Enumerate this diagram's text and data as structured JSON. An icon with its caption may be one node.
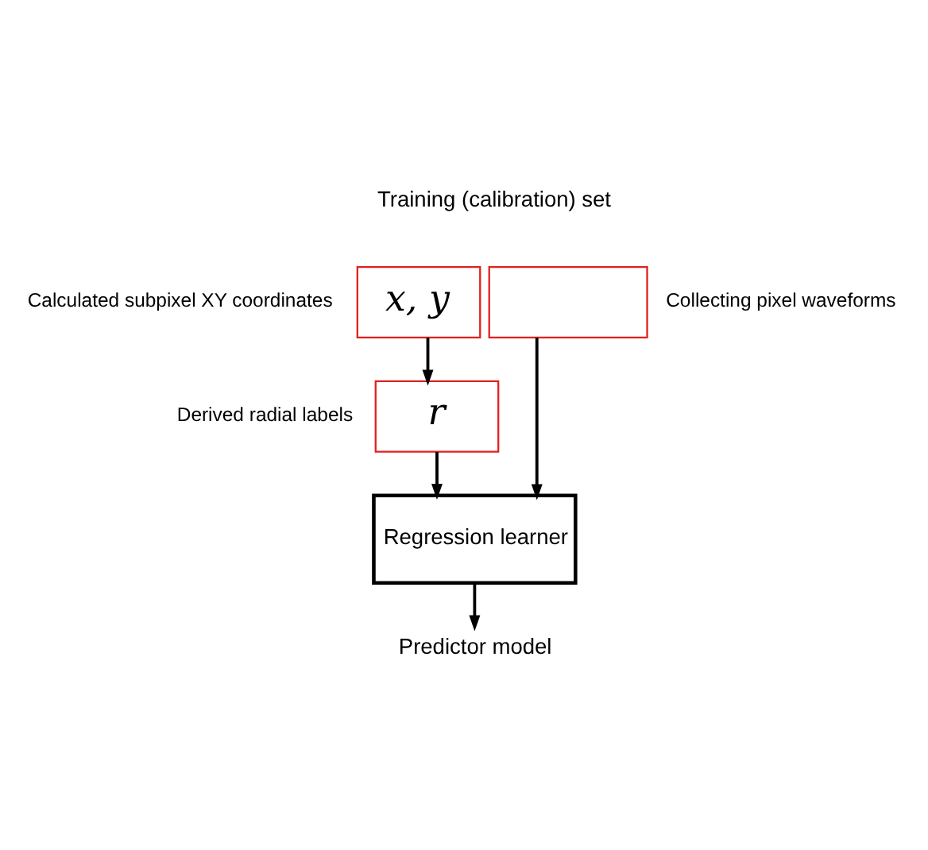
{
  "diagram": {
    "nodes": [
      {
        "text": [
          "x, y"
        ],
        "beside": [
          "Calculated subpixel XY coordinates"
        ]
      },
      {
        "text": [],
        "shape": "box",
        "beside": [
          "Collecting pixel waveforms"
        ]
      },
      {
        "text": [
          "r"
        ],
        "beside": [
          "Derived radial labels"
        ]
      },
      {
        "text": [
          "Regression learner"
        ]
      },
      {
        "text": [
          "Predictor model"
        ]
      }
    ],
    "edges": [
      {
        "from": 0,
        "to": 2,
        "arrow": "to"
      },
      {
        "from": 1,
        "to": 3,
        "arrow": "to"
      },
      {
        "from": 2,
        "to": 3,
        "arrow": "to"
      },
      {
        "from": 3,
        "to": 4,
        "arrow": "to"
      }
    ],
    "labels": [
      "Training (calibration) set"
    ]
  }
}
